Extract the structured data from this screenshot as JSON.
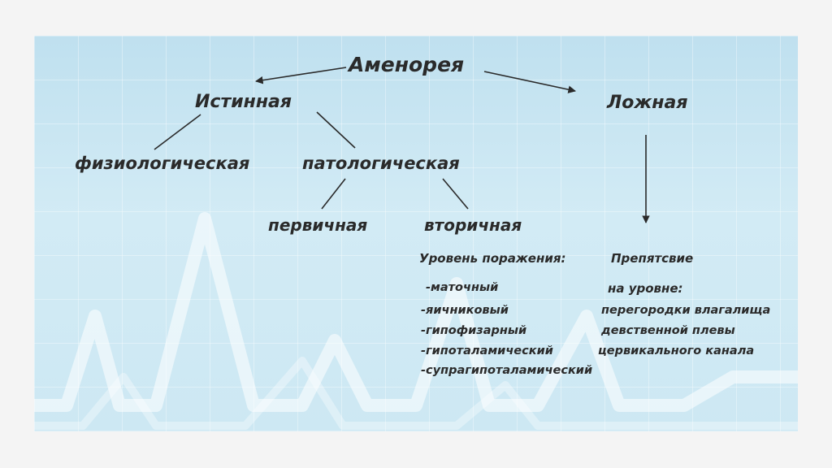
{
  "diagram": {
    "root": "Аменорея",
    "true_branch": "Истинная",
    "false_branch": "Ложная",
    "physiological": "физиологическая",
    "pathological": "патологическая",
    "primary": "первичная",
    "secondary": "вторичная",
    "lesion_level": {
      "heading": "Уровень поражения:",
      "items": [
        "-маточный",
        "-яичниковый",
        "-гипофизарный",
        "-гипоталамический",
        "-супрагипоталамический"
      ]
    },
    "obstruction": {
      "heading_line1": "Препятсвие",
      "heading_line2": "на уровне:",
      "items": [
        "перегородки влагалища",
        "девственной плевы",
        "цервикального канала"
      ]
    }
  },
  "colors": {
    "background": "#cde8f3",
    "text": "#2a2a2a",
    "wave": "#ffffff"
  }
}
